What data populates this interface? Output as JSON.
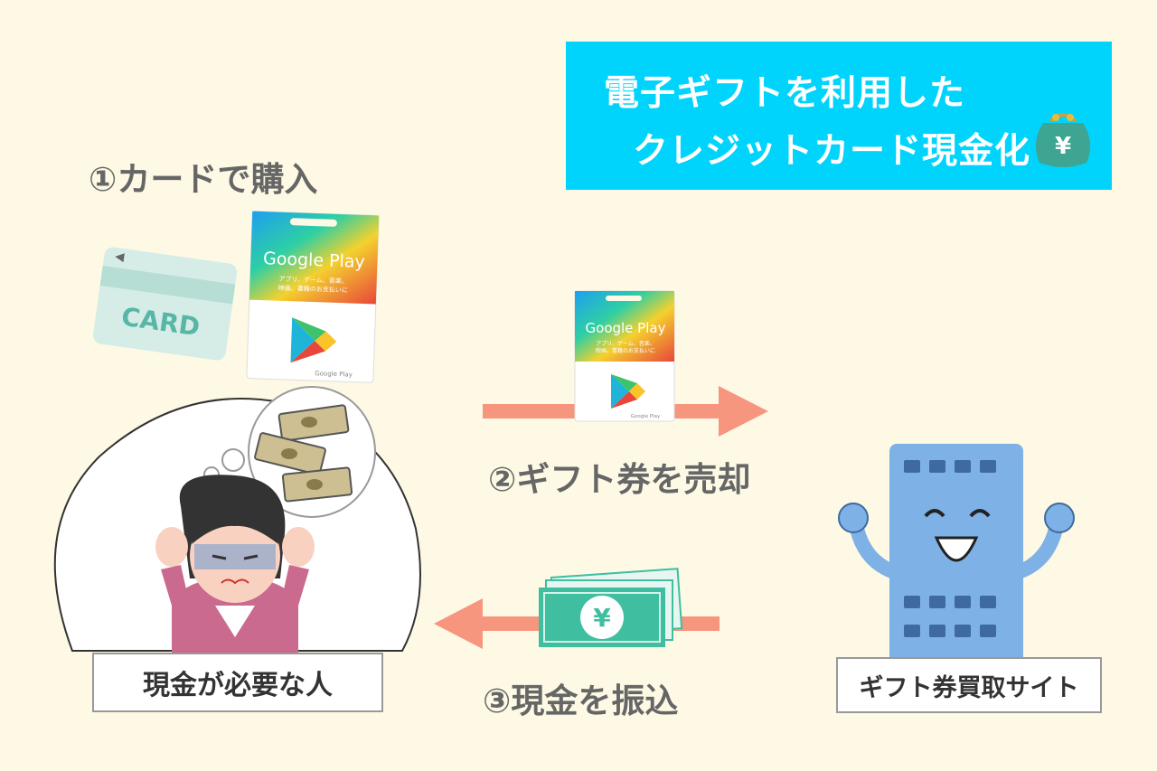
{
  "title": {
    "line1": "電子ギフトを利用した",
    "line2": "クレジットカード現金化",
    "wallet_icon_symbol": "¥"
  },
  "steps": {
    "step1": "①カードで購入",
    "step2": "②ギフト券を売却",
    "step3": "③現金を振込"
  },
  "labels": {
    "person": "現金が必要な人",
    "site": "ギフト券買取サイト"
  },
  "credit_card": {
    "text": "CARD"
  },
  "gift_card": {
    "brand": "Google Play",
    "subtext_line1": "アプリ、ゲーム、音楽、",
    "subtext_line2": "映画、書籍のお支払いに",
    "footer": "Google Play"
  },
  "cash_symbol": "¥",
  "colors": {
    "background": "#fdf9e4",
    "title_bg": "#00d4fd",
    "arrow": "#f7967f",
    "card_mint": "#d5ece7",
    "building": "#7eb1e6",
    "money_green": "#3fbfa0"
  }
}
